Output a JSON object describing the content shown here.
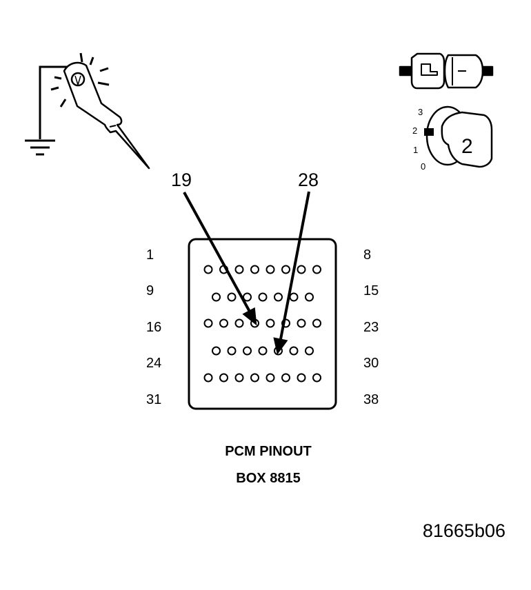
{
  "callouts": {
    "left_pin": "19",
    "right_pin": "28"
  },
  "row_labels": {
    "left": [
      "1",
      "9",
      "16",
      "24",
      "31"
    ],
    "right": [
      "8",
      "15",
      "23",
      "30",
      "38"
    ]
  },
  "key_position_labels": [
    "3",
    "2",
    "1",
    "0"
  ],
  "key_position_selected": "2",
  "caption": {
    "line1": "PCM PINOUT",
    "line2": "BOX 8815"
  },
  "figure_id": "81665b06",
  "icons": {
    "probe": "test-light-probe-icon",
    "ground": "ground-symbol-icon",
    "connector": "disconnected-connector-icon",
    "ignition": "ignition-key-icon"
  },
  "pin_rows": [
    8,
    7,
    8,
    7,
    8
  ],
  "highlighted_pins": [
    19,
    28
  ]
}
